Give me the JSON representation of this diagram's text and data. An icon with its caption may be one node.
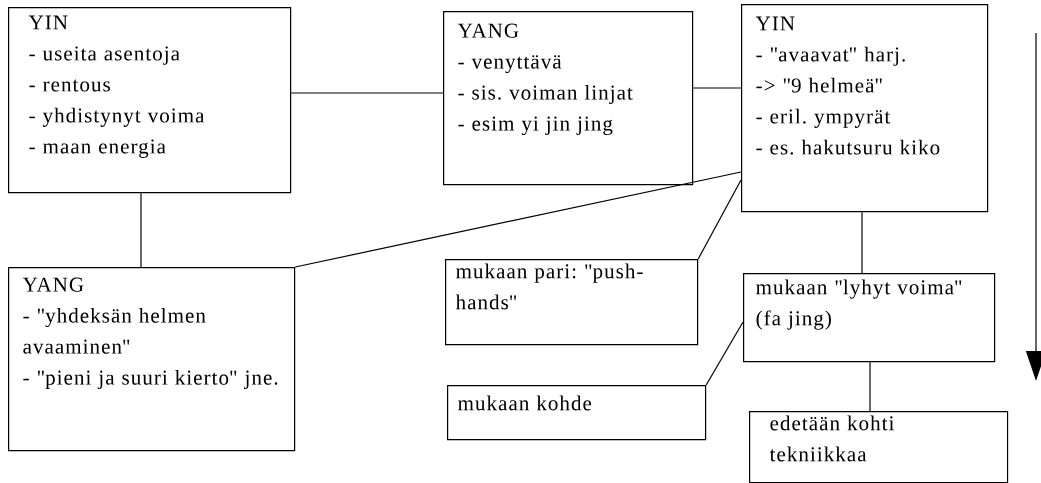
{
  "diagram": {
    "nodes": [
      {
        "text": [
          "YIN",
          "- useita asentoja",
          "- rentous",
          "- yhdistynyt voima",
          "- maan energia"
        ]
      },
      {
        "text": [
          "YANG",
          "- venyttävä",
          "- sis. voiman linjat",
          "- esim yi jin jing"
        ]
      },
      {
        "text": [
          "YIN",
          "- \"avaavat\" harj.",
          "-> \"9 helmeä\"",
          "- eril. ympyrät",
          "- es. hakutsuru kiko"
        ]
      },
      {
        "text": [
          "YANG",
          "- \"yhdeksän helmen avaaminen\"",
          "- \"pieni ja suuri kierto\" jne."
        ]
      },
      {
        "text": [
          "mukaan pari: \"push-hands\""
        ]
      },
      {
        "text": [
          "mukaan \"lyhyt voima\" (fa jing)"
        ]
      },
      {
        "text": [
          "mukaan kohde"
        ]
      },
      {
        "text": [
          "edetään kohti tekniikkaa"
        ]
      }
    ],
    "edges": [
      {
        "from": 0,
        "to": 1,
        "arrow": "none"
      },
      {
        "from": 0,
        "to": 3,
        "arrow": "none"
      },
      {
        "from": 1,
        "to": 2,
        "arrow": "none"
      },
      {
        "from": 2,
        "to": 3,
        "arrow": "none"
      },
      {
        "from": 2,
        "to": 4,
        "arrow": "none"
      },
      {
        "from": 2,
        "to": 5,
        "arrow": "none"
      },
      {
        "from": 5,
        "to": 6,
        "arrow": "none"
      },
      {
        "from": 5,
        "to": 7,
        "arrow": "none"
      }
    ]
  }
}
